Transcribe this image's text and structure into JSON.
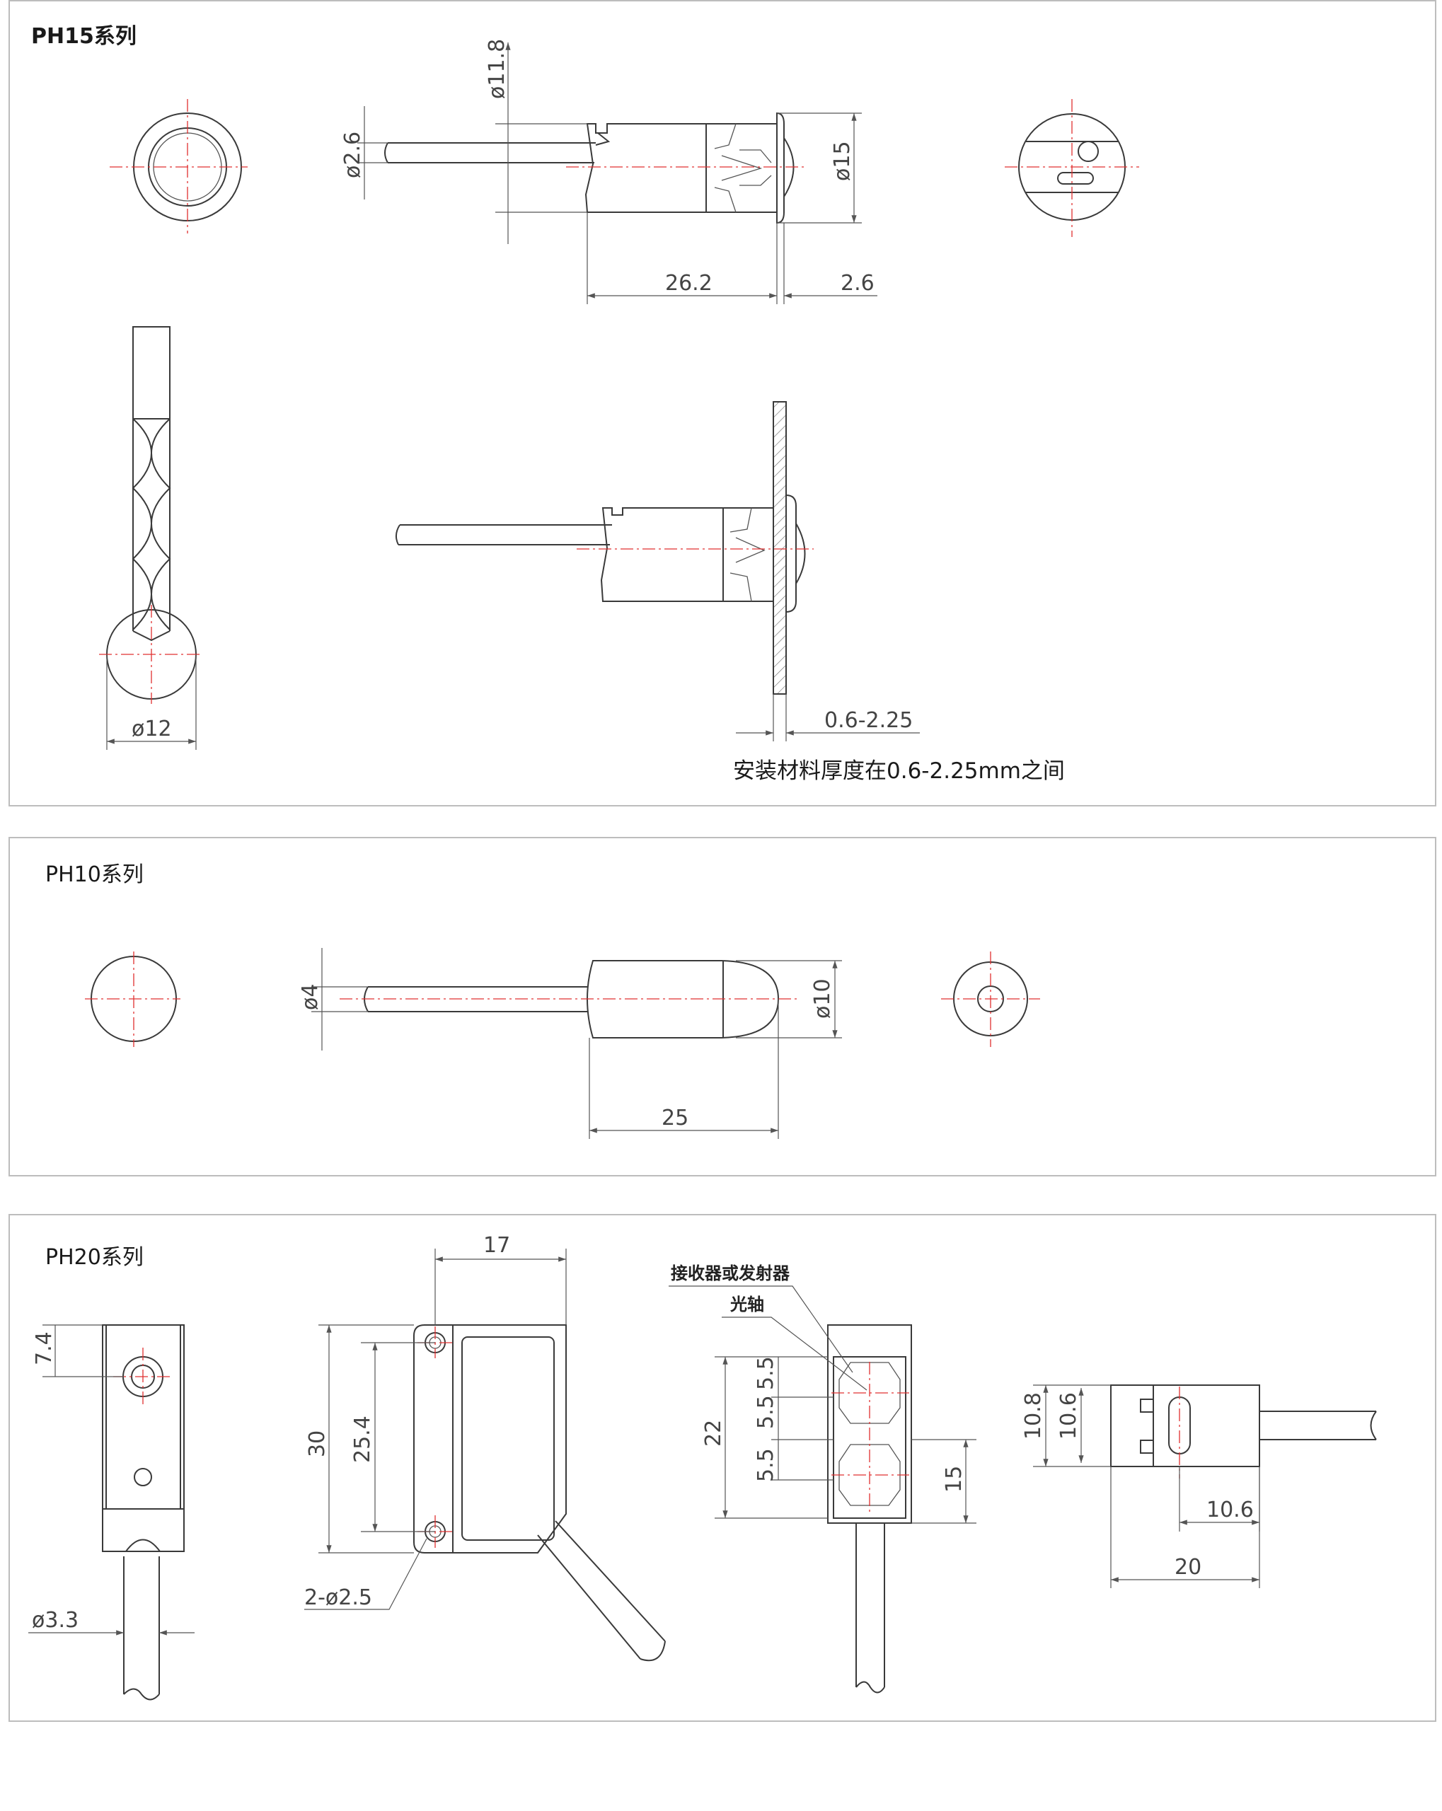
{
  "sections": {
    "ph15": {
      "title": "PH15系列",
      "dims": {
        "d11_8": "ø11.8",
        "d2_6": "ø2.6",
        "d15": "ø15",
        "l26_2": "26.2",
        "l2_6": "2.6",
        "d12": "ø12",
        "thick": "0.6-2.25"
      },
      "note": "安装材料厚度在0.6-2.25mm之间"
    },
    "ph10": {
      "title": "PH10系列",
      "dims": {
        "d4": "ø4",
        "d10": "ø10",
        "l25": "25"
      }
    },
    "ph20": {
      "title": "PH20系列",
      "dims": {
        "v7_4": "7.4",
        "d3_3": "ø3.3",
        "w17": "17",
        "h30": "30",
        "h25_4": "25.4",
        "holes": "2-ø2.5",
        "h22": "22",
        "s5_5a": "5.5",
        "s5_5b": "5.5",
        "s5_5c": "5.5",
        "h15": "15",
        "h10_8": "10.8",
        "h10_6": "10.6",
        "l10_6": "10.6",
        "l20": "20"
      },
      "labels": {
        "emitter": "接收器或发射器",
        "axis": "光轴"
      }
    }
  }
}
